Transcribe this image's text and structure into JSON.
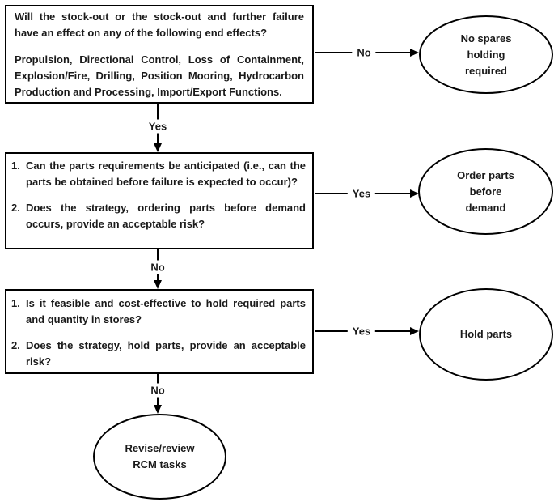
{
  "page": {
    "background_color": "#ffffff",
    "line_color": "#000000"
  },
  "flowchart": {
    "boxes": [
      {
        "paragraphs": [
          "Will the stock-out or the stock-out and further failure have an effect on any of the following end effects?",
          "Propulsion, Directional Control, Loss of Containment, Explosion/Fire, Drilling, Position Mooring, Hydrocarbon Production and Processing, Import/Export Functions."
        ]
      },
      {
        "items": [
          {
            "num": "1.",
            "text": "Can the parts requirements be anticipated (i.e., can the parts be obtained before failure is expected to occur)?"
          },
          {
            "num": "2.",
            "text": "Does the strategy, ordering parts before demand occurs, provide an acceptable risk?"
          }
        ]
      },
      {
        "items": [
          {
            "num": "1.",
            "text": "Is it feasible and cost-effective to hold required parts and quantity in stores?"
          },
          {
            "num": "2.",
            "text": "Does the strategy, hold parts, provide an acceptable risk?"
          }
        ]
      }
    ],
    "terminals": [
      {
        "lines": [
          "No spares",
          "holding",
          "required"
        ]
      },
      {
        "lines": [
          "Order parts",
          "before",
          "demand"
        ]
      },
      {
        "lines": [
          "Hold parts"
        ]
      },
      {
        "lines": [
          "Revise/review",
          "RCM tasks"
        ]
      }
    ],
    "connectors": {
      "h1_label": "No",
      "v1_label": "Yes",
      "h2_label": "Yes",
      "v2_label": "No",
      "h3_label": "Yes",
      "v3_label": "No"
    }
  }
}
